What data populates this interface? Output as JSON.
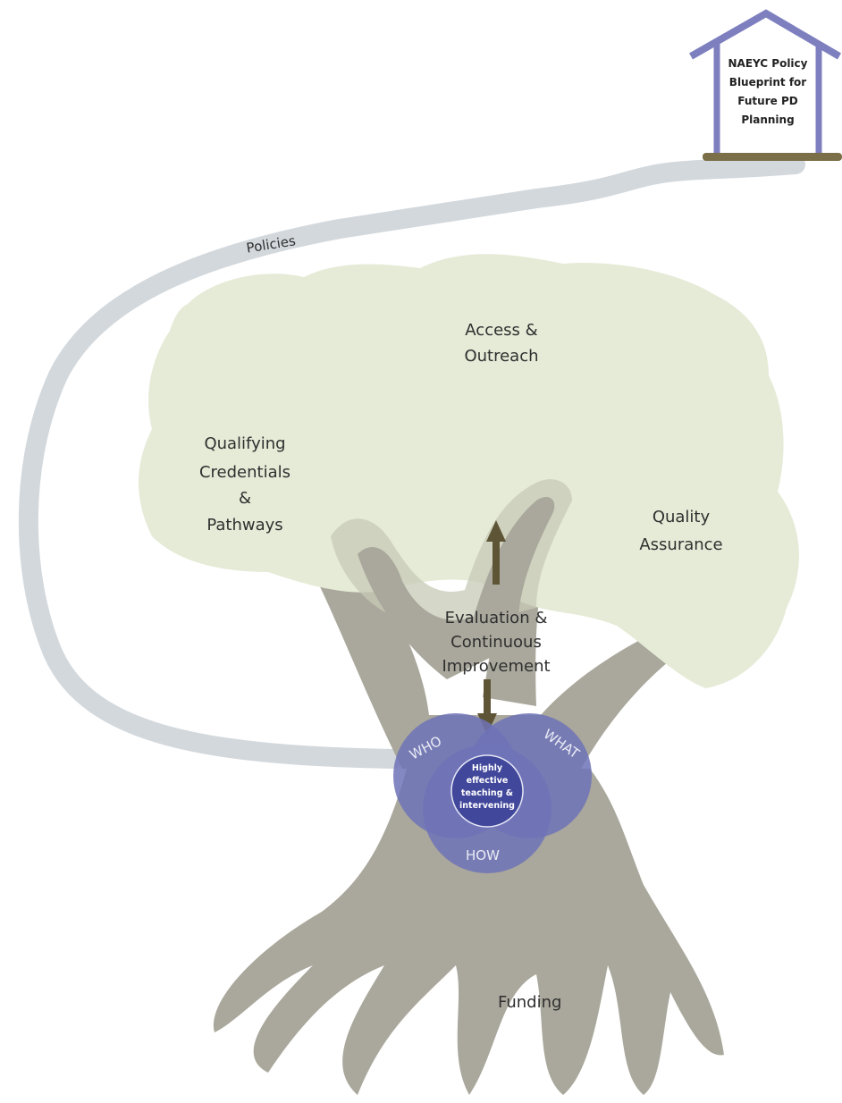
{
  "house": {
    "label_lines": [
      "NAEYC Policy",
      "Blueprint for",
      "Future PD",
      "Planning"
    ]
  },
  "path_label": "Policies",
  "canopy": {
    "access_lines": [
      "Access &",
      "Outreach"
    ],
    "qualifying_lines": [
      "Qualifying",
      "Credentials",
      "&",
      "Pathways"
    ],
    "quality_lines": [
      "Quality",
      "Assurance"
    ]
  },
  "trunk": {
    "evaluation_lines": [
      "Evaluation &",
      "Continuous",
      "Improvement"
    ]
  },
  "venn": {
    "who": "WHO",
    "what": "WHAT",
    "how": "HOW",
    "center_lines": [
      "Highly",
      "effective",
      "teaching &",
      "intervening"
    ]
  },
  "roots_label": "Funding",
  "colors": {
    "path": "#d3d8dc",
    "canopy": "#e5ebd7",
    "trunk": "#aaa89c",
    "house_frame": "#7d7fbf",
    "house_base": "#7a6f48",
    "arrow": "#5e5436",
    "venn_outer": "#6f73b7",
    "venn_center": "#41479a"
  }
}
